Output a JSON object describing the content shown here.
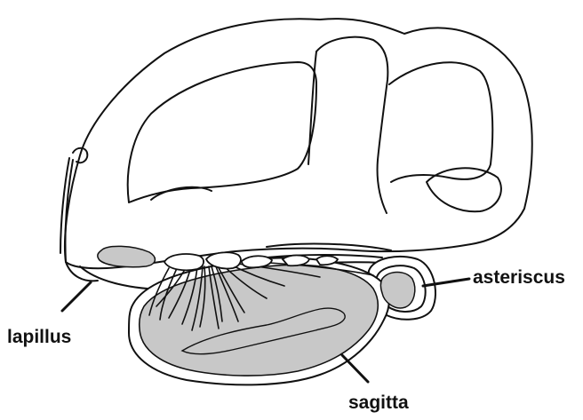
{
  "labels": {
    "lapillus": "lapillus",
    "asteriscus": "asteriscus",
    "sagitta": "sagitta"
  },
  "colors": {
    "outline": "#111111",
    "fill_membrane": "#ffffff",
    "fill_otolith": "#c8c8c8"
  }
}
